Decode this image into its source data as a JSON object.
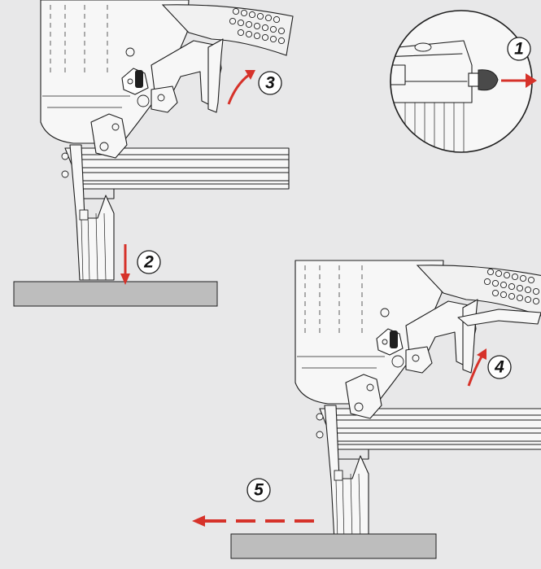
{
  "steps": [
    {
      "number": "1",
      "action": "pull-out"
    },
    {
      "number": "2",
      "action": "press-down"
    },
    {
      "number": "3",
      "action": "release-trigger"
    },
    {
      "number": "4",
      "action": "pull-trigger"
    },
    {
      "number": "5",
      "action": "drag-along"
    }
  ],
  "colors": {
    "background": "#e8e8e9",
    "arrow": "#d6322a",
    "workpiece": "#bdbdbd",
    "tool_body": "#f7f7f7",
    "outline": "#1e1e1e"
  }
}
